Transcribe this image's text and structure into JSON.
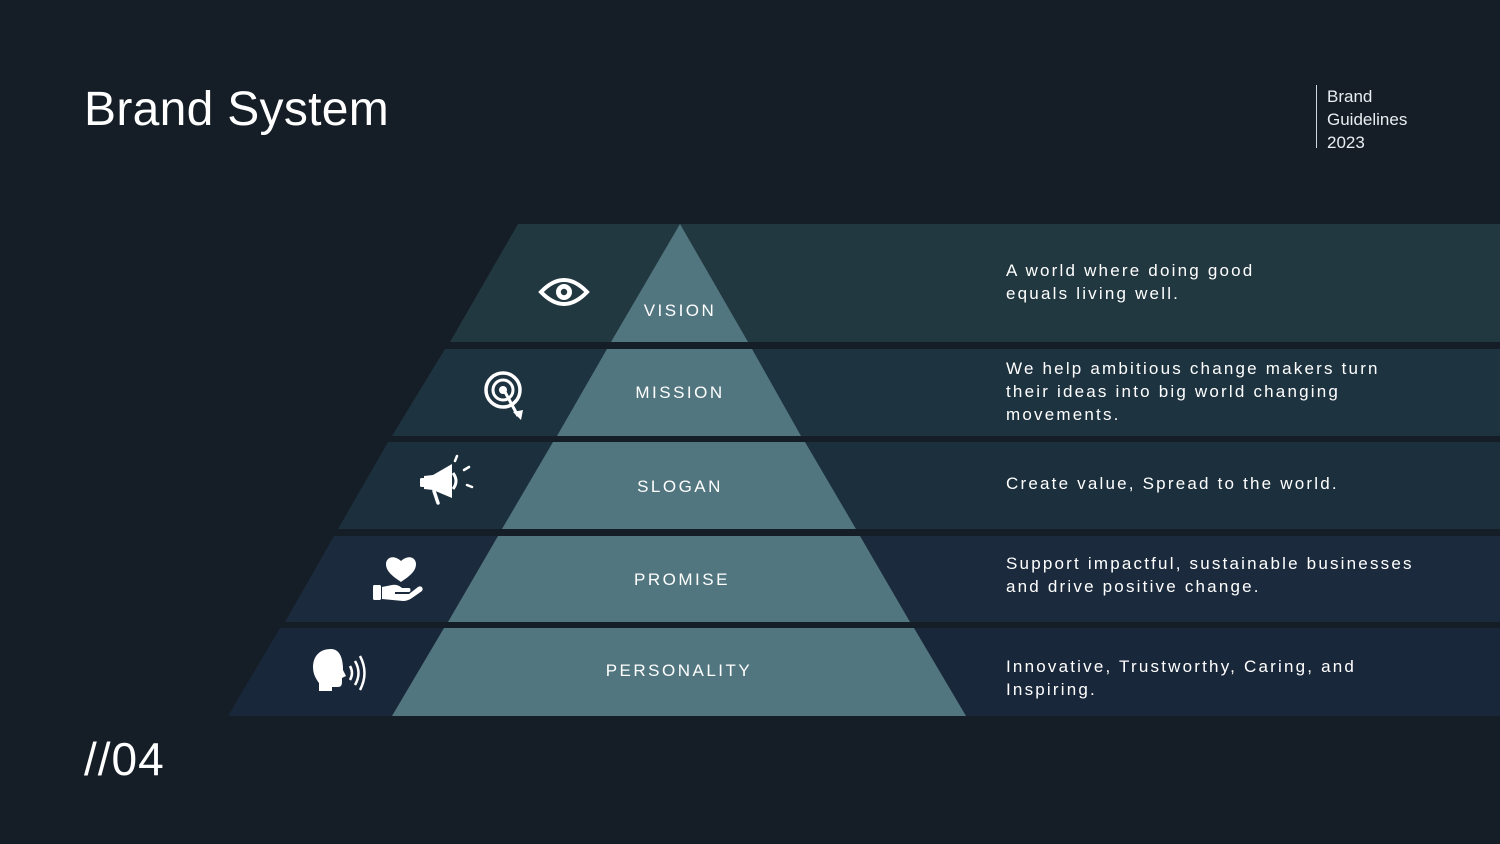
{
  "header": {
    "title": "Brand System",
    "meta_lines": [
      "Brand",
      "Guidelines",
      "2023"
    ]
  },
  "footer": {
    "page_number": "//04"
  },
  "tiers": [
    {
      "label": "VISION",
      "icon": "eye-icon",
      "description": [
        "A world where doing good",
        "equals living well."
      ]
    },
    {
      "label": "MISSION",
      "icon": "target-icon",
      "description": [
        "We help ambitious change makers turn",
        "their ideas into big world changing",
        "movements."
      ]
    },
    {
      "label": "SLOGAN",
      "icon": "megaphone-icon",
      "description": [
        "Create value, Spread to the world."
      ]
    },
    {
      "label": "PROMISE",
      "icon": "heart-hand-icon",
      "description": [
        "Support impactful, sustainable businesses",
        "and drive positive change."
      ]
    },
    {
      "label": "PERSONALITY",
      "icon": "speaking-head-icon",
      "description": [
        "Innovative, Trustworthy, Caring, and",
        "Inspiring."
      ]
    }
  ],
  "colors": {
    "background": "#151e27",
    "pyramid": "#52767f",
    "band_1": "#223840",
    "band_2": "#1e3340",
    "band_3": "#1c2f3d",
    "band_4": "#1b2b3d",
    "band_5": "#19273a",
    "text": "#ffffff"
  }
}
